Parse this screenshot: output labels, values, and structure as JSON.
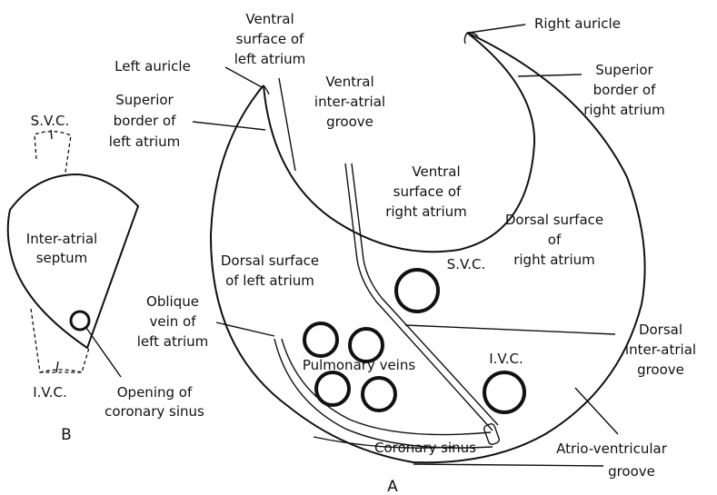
{
  "figure_A": {
    "panel_letter": "A",
    "labels": {
      "ventral_surface_left_atrium": [
        "Ventral",
        "surface of",
        "left atrium"
      ],
      "right_auricle": "Right auricle",
      "left_auricle": "Left auricle",
      "ventral_interatrial_groove": [
        "Ventral",
        "inter-atrial",
        "groove"
      ],
      "superior_border_right_atrium": [
        "Superior",
        "border of",
        "right atrium"
      ],
      "superior_border_left_atrium": [
        "Superior",
        "border  of",
        "left atrium"
      ],
      "ventral_surface_right_atrium": [
        "Ventral",
        "surface of",
        "right atrium"
      ],
      "dorsal_surface_right_atrium": [
        "Dorsal surface",
        "of",
        "right atrium"
      ],
      "dorsal_surface_left_atrium": [
        "Dorsal surface",
        "of left atrium"
      ],
      "svc": "S.V.C.",
      "oblique_vein": [
        "Oblique",
        "vein of",
        "left atrium"
      ],
      "dorsal_interatrial_groove": [
        "Dorsal",
        "inter-atrial",
        "groove"
      ],
      "pulmonary_veins": "Pulmonary veins",
      "ivc": "I.V.C.",
      "coronary_sinus": "Coronary sinus",
      "av_groove": [
        "Atrio-ventricular",
        "groove"
      ]
    }
  },
  "figure_B": {
    "panel_letter": "B",
    "labels": {
      "svc": "S.V.C.",
      "interatrial_septum": [
        "Inter-atrial",
        "septum"
      ],
      "ivc": "I.V.C.",
      "opening_coronary_sinus": [
        "Opening of",
        "coronary sinus"
      ]
    }
  }
}
